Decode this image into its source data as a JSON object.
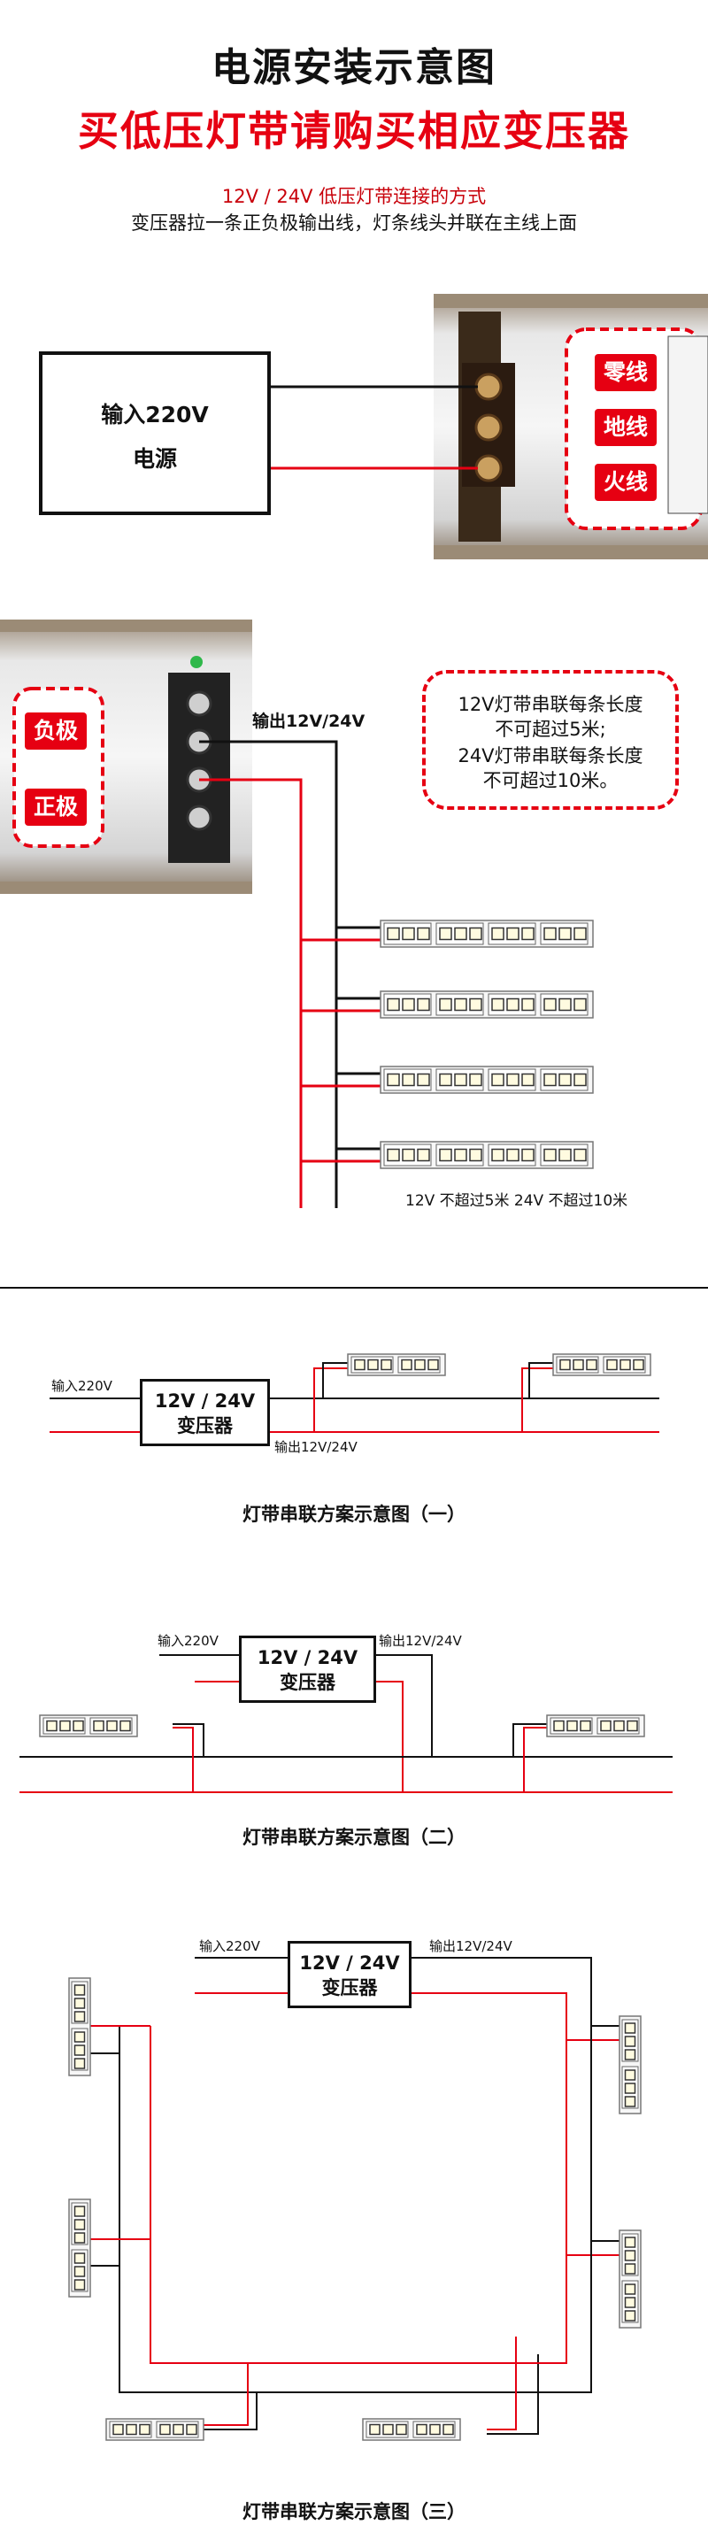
{
  "header": {
    "title": "电源安装示意图",
    "promo": "买低压灯带请购买相应变压器",
    "subtitle_red": "12V / 24V 低压灯带连接的方式",
    "subtitle_black": "变压器拉一条正负极输出线，灯条线头并联在主线上面"
  },
  "section1": {
    "input_box": {
      "line1": "输入220V",
      "line2": "电源"
    },
    "tags": {
      "neutral": "零线",
      "ground": "地线",
      "live": "火线"
    }
  },
  "section2": {
    "tags": {
      "negative": "负极",
      "positive": "正极"
    },
    "output_label": "输出12V/24V",
    "warning": {
      "line1": "12V灯带串联每条长度",
      "line2": "不可超过5米;",
      "line3": "24V灯带串联每条长度",
      "line4": "不可超过10米。"
    },
    "limit_label": "12V 不超过5米   24V 不超过10米"
  },
  "diagrams": {
    "transformer_line1": "12V / 24V",
    "transformer_line2": "变压器",
    "input_label": "输入220V",
    "output_label": "输出12V/24V",
    "caption1": "灯带串联方案示意图（一）",
    "caption2": "灯带串联方案示意图（二）",
    "caption3": "灯带串联方案示意图（三）"
  },
  "colors": {
    "red": "#e60012",
    "black": "#111111"
  }
}
